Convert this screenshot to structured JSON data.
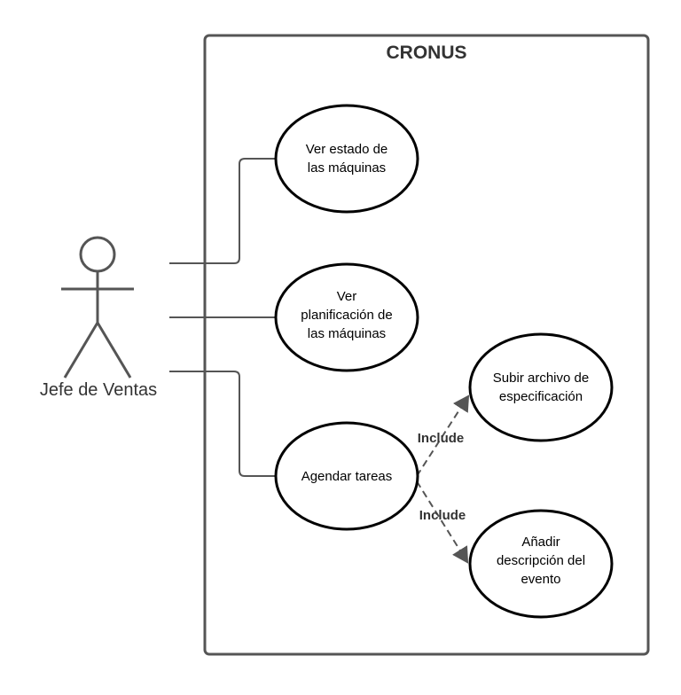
{
  "system": {
    "title": "CRONUS"
  },
  "actor": {
    "name": "Jefe de Ventas"
  },
  "use_cases": {
    "ver_estado": {
      "line1": "Ver estado de",
      "line2": "las máquinas"
    },
    "ver_planificacion": {
      "line1": "Ver",
      "line2": "planificación de",
      "line3": "las máquinas"
    },
    "agendar": {
      "line1": "Agendar tareas"
    },
    "subir": {
      "line1": "Subir archivo de",
      "line2": "especificación"
    },
    "anadir": {
      "line1": "Añadir",
      "line2": "descripción del",
      "line3": "evento"
    }
  },
  "relations": {
    "include_upper": "Include",
    "include_lower": "Include"
  },
  "colors": {
    "stroke": "#555555",
    "text": "#333333"
  }
}
